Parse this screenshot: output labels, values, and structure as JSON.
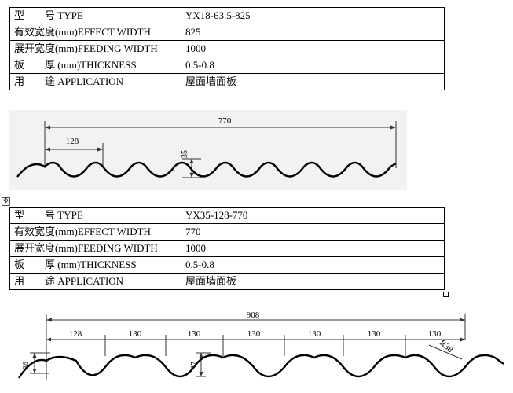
{
  "profile1": {
    "rows": [
      {
        "cn": "型",
        "cn2": "号",
        "en": "TYPE",
        "value": "YX18-63.5-825"
      },
      {
        "label": "有效宽度(mm)EFFECT WIDTH",
        "value": "825"
      },
      {
        "label": "展开宽度(mm)FEEDING WIDTH",
        "value": "1000"
      },
      {
        "cn": "板",
        "cn2": "厚",
        "en": "(mm)THICKNESS",
        "value": "0.5-0.8"
      },
      {
        "cn": "用",
        "cn2": "途",
        "en": "APPLICATION",
        "value": "屋面墙面板"
      }
    ],
    "drawing": {
      "total": "770",
      "pitch": "128",
      "height": "35"
    }
  },
  "profile2": {
    "rows": [
      {
        "cn": "型",
        "cn2": "号",
        "en": "TYPE",
        "value": "YX35-128-770"
      },
      {
        "label": "有效宽度(mm)EFFECT WIDTH",
        "value": "770"
      },
      {
        "label": "展开宽度(mm)FEEDING WIDTH",
        "value": "1000"
      },
      {
        "cn": "板",
        "cn2": "厚",
        "en": "(mm)THICKNESS",
        "value": "0.5-0.8"
      },
      {
        "cn": "用",
        "cn2": "途",
        "en": "APPLICATION",
        "value": "屋面墙面板"
      }
    ],
    "drawing": {
      "total": "908",
      "first": "128",
      "pitch": "130",
      "height_left": "36",
      "height_mid": "37",
      "radius": "R38"
    }
  },
  "icons": {
    "anchor": "move-anchor-icon",
    "handle": "resize-handle-icon"
  }
}
